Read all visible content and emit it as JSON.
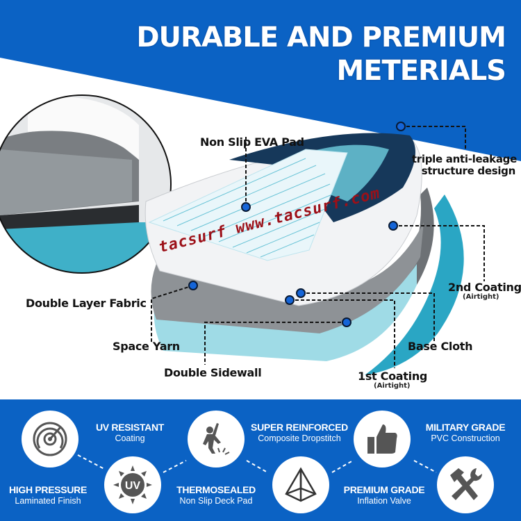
{
  "header": {
    "title_line1": "DURABLE AND PREMIUM",
    "title_line2": "METERIALS"
  },
  "colors": {
    "brand_blue": "#0b62c4",
    "teal": "#2aa6c4",
    "dot_blue": "#1565d8",
    "watermark": "#9c1018"
  },
  "watermark": "tacsurf  www.tacsurf.com",
  "callouts": {
    "eva_pad": "Non Slip EVA Pad",
    "anti_leak_1": "triple anti-leakage",
    "anti_leak_2": "structure design",
    "double_layer": "Double Layer Fabric",
    "second_coating": "2nd Coating",
    "second_coating_note": "(Airtight)",
    "space_yarn": "Space Yarn",
    "base_cloth": "Base Cloth",
    "double_sidewall": "Double Sidewall",
    "first_coating": "1st Coating",
    "first_coating_note": "(Airtight)"
  },
  "features": [
    {
      "title": "HIGH PRESSURE",
      "subtitle": "Laminated Finish",
      "icon": "gauge-icon"
    },
    {
      "title": "UV RESISTANT",
      "subtitle": "Coating",
      "icon": "uv-sun-icon"
    },
    {
      "title": "THERMOSEALED",
      "subtitle": "Non Slip Deck Pad",
      "icon": "slip-person-icon"
    },
    {
      "title": "SUPER REINFORCED",
      "subtitle": "Composite Dropstitch",
      "icon": "pyramid-icon"
    },
    {
      "title": "PREMIUM GRADE",
      "subtitle": "Inflation Valve",
      "icon": "thumbs-up-icon"
    },
    {
      "title": "MILITARY GRADE",
      "subtitle": "PVC Construction",
      "icon": "tools-icon"
    }
  ],
  "uv_icon_text": "UV"
}
